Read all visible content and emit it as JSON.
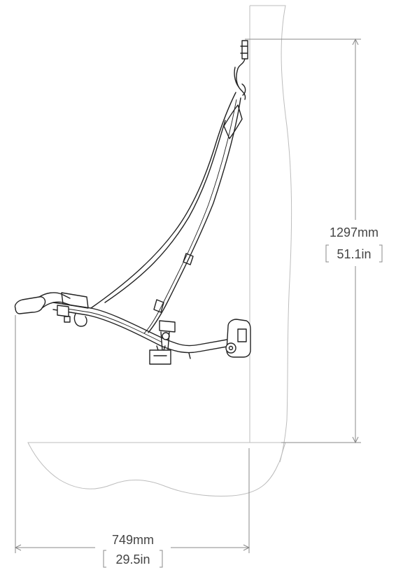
{
  "dimensions": {
    "height": {
      "metric": "1297mm",
      "imperial": "51.1in"
    },
    "width": {
      "metric": "749mm",
      "imperial": "29.5in"
    }
  },
  "colors": {
    "part_stroke": "#222222",
    "outline_stroke": "#bdbdbd",
    "dimension_stroke": "#8a8a8a",
    "text": "#444444"
  }
}
